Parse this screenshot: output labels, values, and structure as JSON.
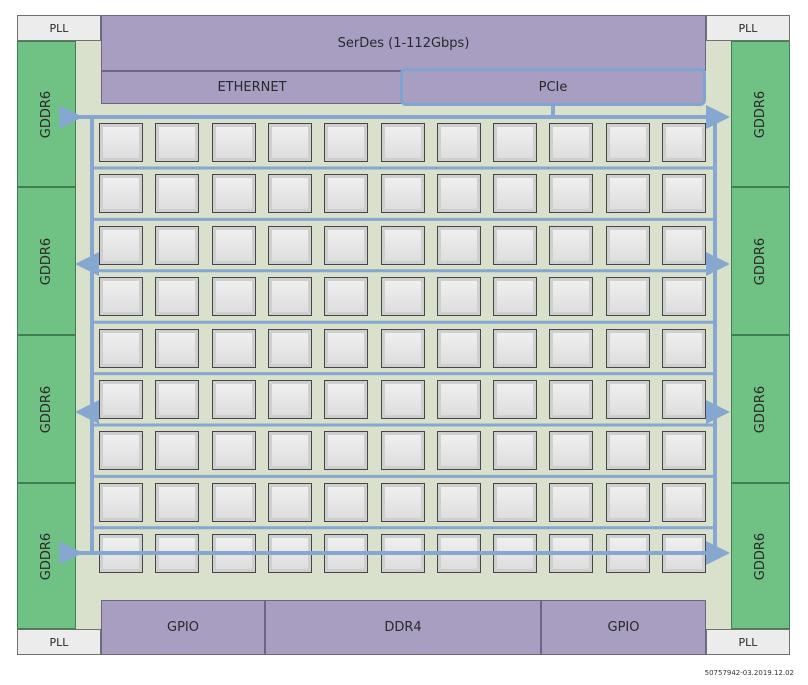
{
  "pll_label": "PLL",
  "serdes_label": "SerDes (1-112Gbps)",
  "ethernet_label": "ETHERNET",
  "pcie_label": "PCIe",
  "gddr_label": "GDDR6",
  "gpio_label": "GPIO",
  "ddr4_label": "DDR4",
  "figure_id": "50757942-03.2019.12.02",
  "tile_grid": {
    "rows": 9,
    "cols": 11
  },
  "colors": {
    "die_bg": "#d9e0cc",
    "gddr": "#6fc283",
    "io_purple": "#a79ec2",
    "noc_line": "#86a7cf",
    "pcie_outline": "#7ea4cf"
  }
}
